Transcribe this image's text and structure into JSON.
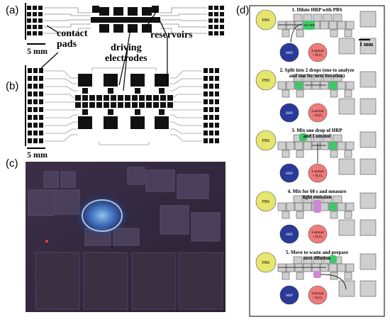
{
  "panels": {
    "a": "(a)",
    "b": "(b)",
    "c": "(c)",
    "d": "(d)"
  },
  "labels": {
    "contact_pads": "contact\npads",
    "reservoirs": "reservoirs",
    "driving_electrodes": "driving\nelectrodes",
    "scale_a": "5 mm",
    "scale_b": "5 mm",
    "scale_d": "1 mm"
  },
  "steps": [
    {
      "title": "1. Dilute HRP with PBS",
      "drop_label": "50% HRP"
    },
    {
      "title": "2. Split into 2 drops (one to analyze\nand one for next iteration)",
      "drop_label": ""
    },
    {
      "title": "3. Mix one drop of HRP\nand Luminol",
      "drop_label": ""
    },
    {
      "title": "4. Mix for 60 s and measure\nlight emission",
      "drop_label": ""
    },
    {
      "title": "5. Move to waste and prepare\nnext dilution",
      "drop_label": ""
    }
  ],
  "reservoir_labels": {
    "pbs": "PBS",
    "hrp": "HRP",
    "luminol": "Luminol",
    "h2o2": "+ H₂O₂"
  },
  "colors": {
    "pbs": "#e6e66e",
    "hrp": "#2a3a9a",
    "luminol": "#f07b7b",
    "droplet": "#3fc86a",
    "mixed": "#c98ad6",
    "electrode": "#cfcfcf"
  }
}
